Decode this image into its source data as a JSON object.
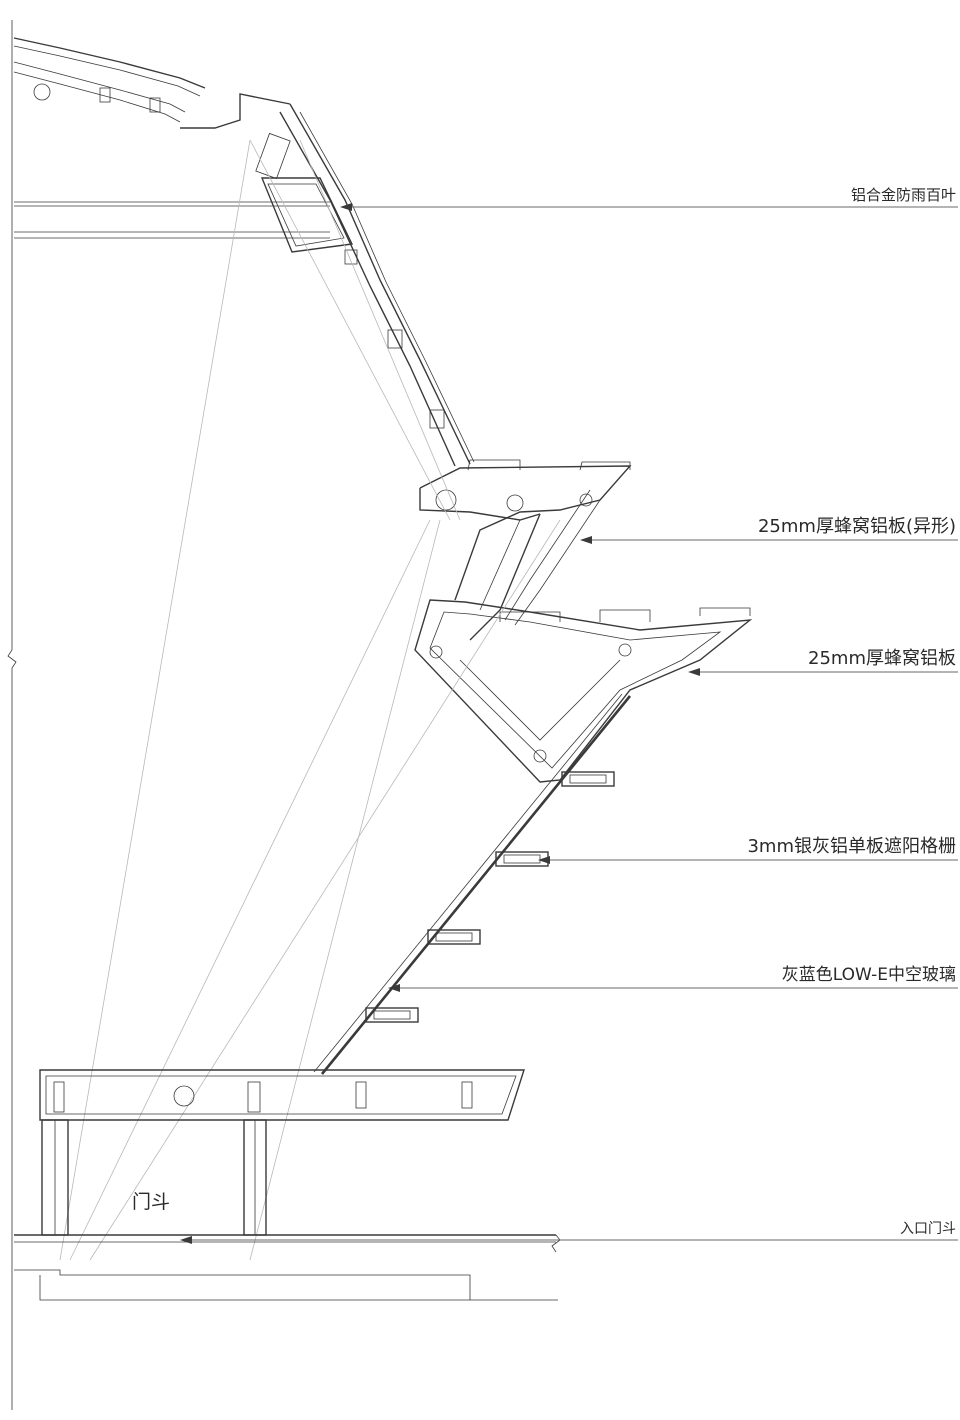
{
  "annotations": [
    {
      "id": "louver",
      "text": "铝合金防雨百叶"
    },
    {
      "id": "honeycomb-shaped",
      "text": "25mm厚蜂窝铝板(异形)"
    },
    {
      "id": "honeycomb",
      "text": "25mm厚蜂窝铝板"
    },
    {
      "id": "sunshade",
      "text": "3mm银灰铝单板遮阳格栅"
    },
    {
      "id": "glass",
      "text": "灰蓝色LOW-E中空玻璃"
    },
    {
      "id": "entrance",
      "text": "入口门斗"
    }
  ],
  "room_label": "门斗",
  "colors": {
    "line": "#3a3a3a",
    "ghost": "#b8b8b8",
    "leader": "#6a6a6a",
    "text": "#2a2a2a",
    "ground_hatch": "#d0d0d0"
  }
}
